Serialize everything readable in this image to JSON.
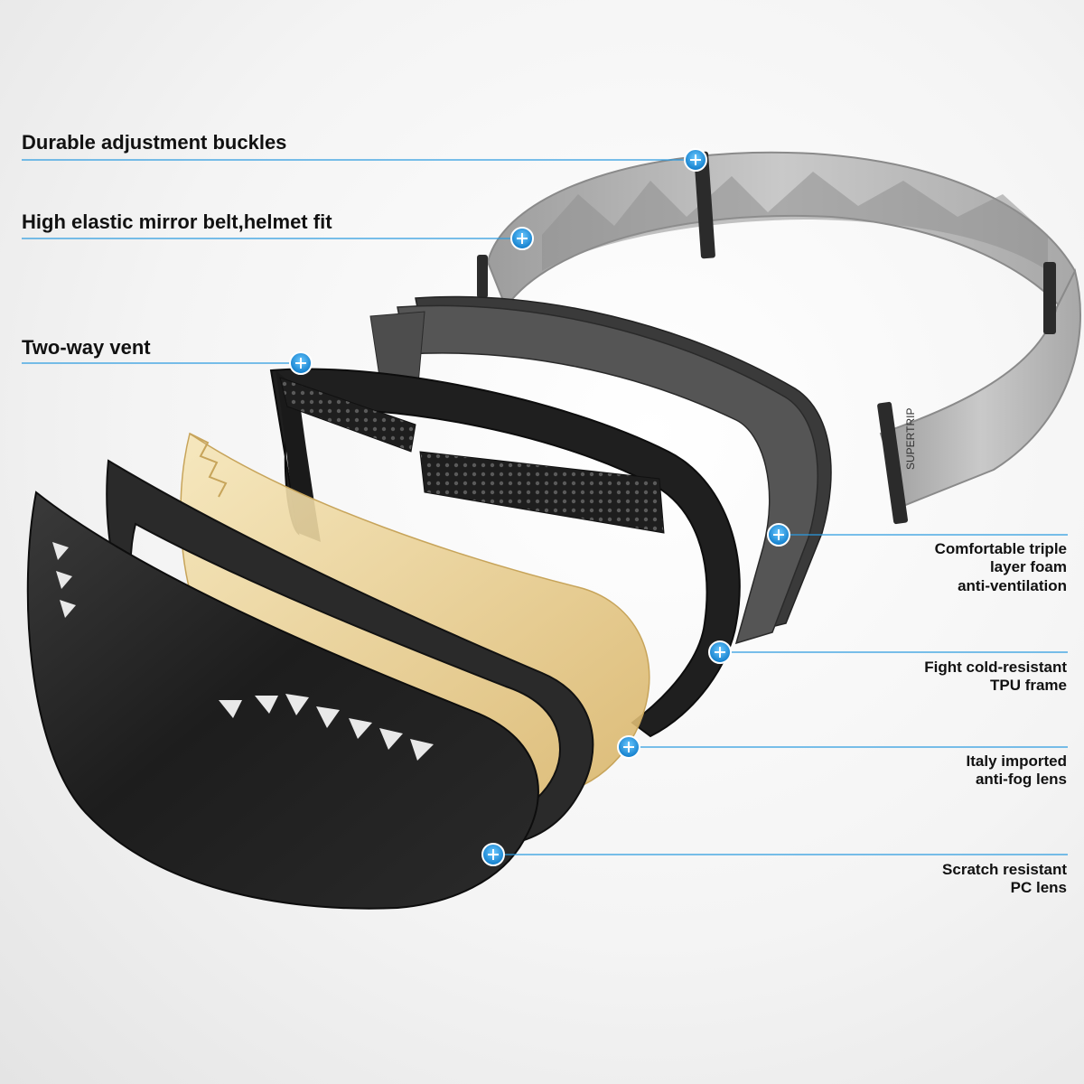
{
  "callouts": {
    "buckles": "Durable adjustment buckles",
    "belt": "High elastic mirror belt,helmet fit",
    "vent": "Two-way vent",
    "foam": [
      "Comfortable triple",
      "layer foam",
      "anti-ventilation"
    ],
    "frame": [
      "Fight cold-resistant",
      "TPU frame"
    ],
    "antifog": [
      "Italy imported",
      "anti-fog lens"
    ],
    "pc_lens": [
      "Scratch resistant",
      "PC lens"
    ]
  },
  "strap_brand": "SUPERTRIP",
  "colors": {
    "accent": "#1a8fd6",
    "leader_line": "#2b9be0",
    "lens_dark": "#1c1c1c",
    "lens_amber": "#e8cf8e",
    "foam": "#4a4a4a",
    "strap": "#b5b5b5"
  }
}
